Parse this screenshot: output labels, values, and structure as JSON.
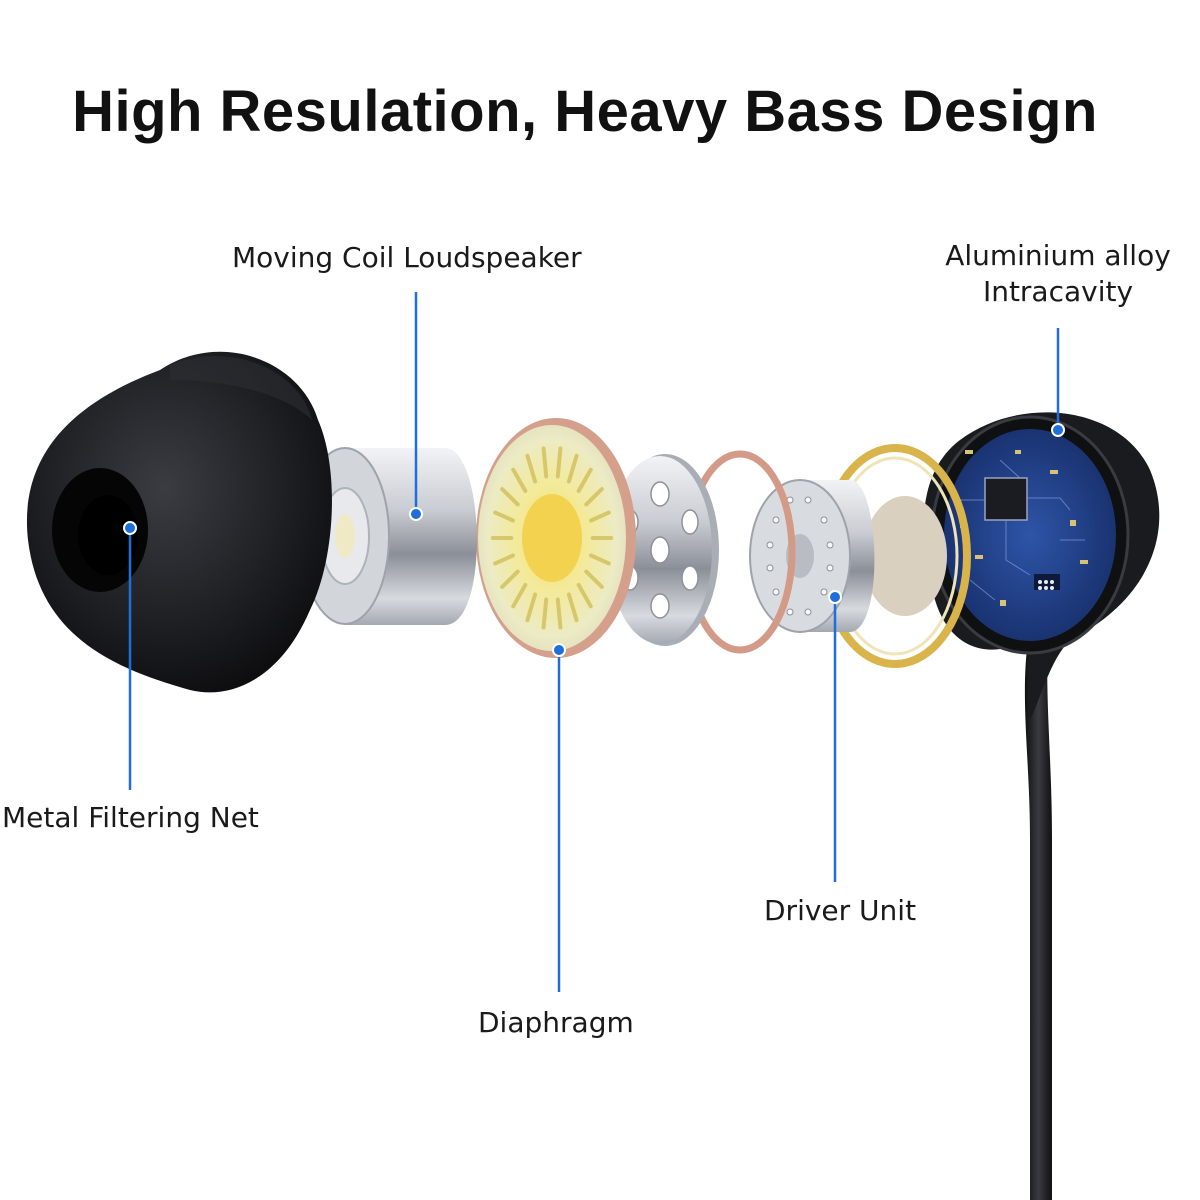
{
  "title": "High Resulation, Heavy Bass Design",
  "colors": {
    "leader_line": "#1e6fd9",
    "eartip": "#1c1d20",
    "metal": "#c3c6cc",
    "diaphragm_yellow": "#f0e07a",
    "copper": "#d49a88",
    "gold_ring": "#d9b44a",
    "pcb_blue": "#1f3f88"
  },
  "callouts": {
    "moving_coil": "Moving Coil Loudspeaker",
    "aluminium_line1": "Aluminium alloy",
    "aluminium_line2": "Intracavity",
    "metal_net": "Metal Filtering Net",
    "driver_unit": "Driver Unit",
    "diaphragm": "Diaphragm"
  }
}
